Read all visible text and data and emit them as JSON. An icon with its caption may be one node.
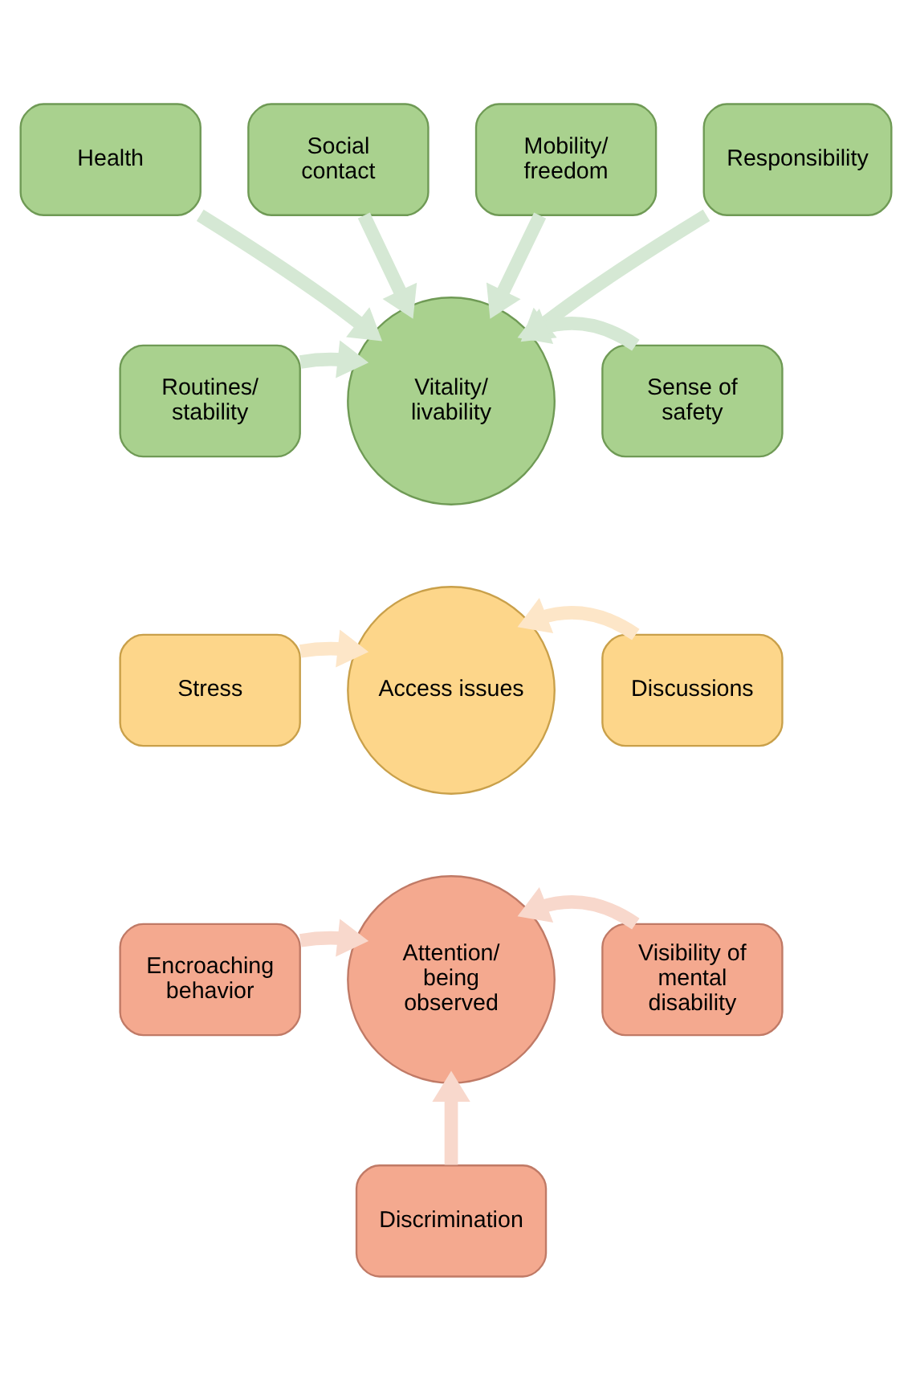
{
  "diagram": {
    "nodes": [
      {
        "text": [
          "Health"
        ]
      },
      {
        "text": [
          "Social contact"
        ]
      },
      {
        "text": [
          "Mobility/ freedom"
        ]
      },
      {
        "text": [
          "Responsibility"
        ]
      },
      {
        "text": [
          "Routines/ stability"
        ]
      },
      {
        "text": [
          "Vitality/ livability"
        ]
      },
      {
        "text": [
          "Sense of safety"
        ]
      },
      {
        "text": [
          "Stress"
        ]
      },
      {
        "text": [
          "Access issues"
        ]
      },
      {
        "text": [
          "Discussions"
        ]
      },
      {
        "text": [
          "Encroaching behavior"
        ]
      },
      {
        "text": [
          "Attention/ being observed"
        ]
      },
      {
        "text": [
          "Visibility of mental disability"
        ]
      },
      {
        "text": [
          "Discrimination"
        ]
      }
    ],
    "edges": [
      {
        "from": 0,
        "to": 5,
        "arrow": "to"
      },
      {
        "from": 1,
        "to": 5,
        "arrow": "to"
      },
      {
        "from": 2,
        "to": 5,
        "arrow": "to"
      },
      {
        "from": 3,
        "to": 5,
        "arrow": "to"
      },
      {
        "from": 4,
        "to": 5,
        "arrow": "to"
      },
      {
        "from": 6,
        "to": 5,
        "arrow": "to"
      },
      {
        "from": 7,
        "to": 8,
        "arrow": "to",
        "color": "#fde6c8"
      },
      {
        "from": 9,
        "to": 8,
        "arrow": "to",
        "color": "#fde6c8"
      },
      {
        "from": 10,
        "to": 11,
        "arrow": "to",
        "color": "#f8d8cc"
      },
      {
        "from": 12,
        "to": 11,
        "arrow": "to",
        "color": "#f8d8cc"
      },
      {
        "from": 13,
        "to": 11,
        "arrow": "to",
        "color": "#f8d8cc"
      }
    ]
  }
}
